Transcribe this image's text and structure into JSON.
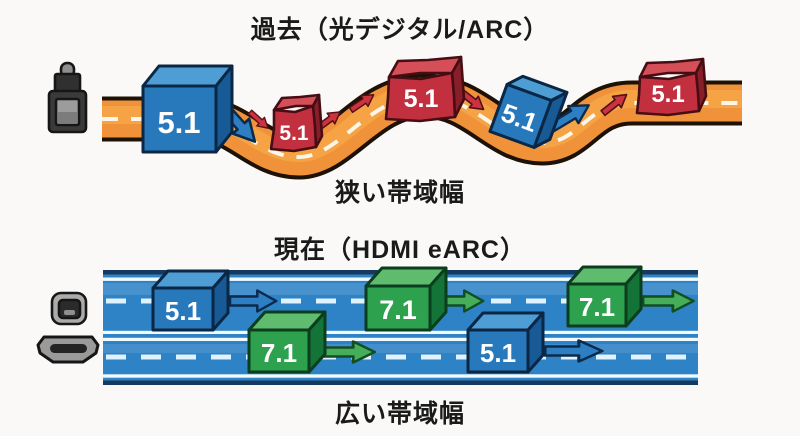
{
  "top": {
    "title": "過去（光デジタル/ARC）",
    "caption": "狭い帯域幅",
    "source_icon": "optical-digital-plug",
    "road": {
      "style": "narrow-wavy",
      "color_name": "orange"
    },
    "boxes": [
      {
        "label": "5.1",
        "color": "blue",
        "state": "intact"
      },
      {
        "label": "5.1",
        "color": "red",
        "state": "squashed"
      },
      {
        "label": "5.1",
        "color": "red",
        "state": "squashed"
      },
      {
        "label": "5.1",
        "color": "blue",
        "state": "intact"
      },
      {
        "label": "5.1",
        "color": "red",
        "state": "squashed"
      }
    ]
  },
  "bottom": {
    "title": "現在（HDMI eARC）",
    "caption": "広い帯域幅",
    "source_icons": [
      "optical-digital-port",
      "hdmi-connector"
    ],
    "road": {
      "style": "wide-straight",
      "lanes": 2,
      "color_name": "blue"
    },
    "boxes": [
      {
        "label": "5.1",
        "color": "blue",
        "lane": "top"
      },
      {
        "label": "7.1",
        "color": "green",
        "lane": "bottom"
      },
      {
        "label": "7.1",
        "color": "green",
        "lane": "top"
      },
      {
        "label": "5.1",
        "color": "blue",
        "lane": "bottom"
      },
      {
        "label": "7.1",
        "color": "green",
        "lane": "top"
      }
    ]
  },
  "colors": {
    "road_past_orange": "#F0923A",
    "road_past_outline": "#1E1206",
    "road_present_blue": "#2E82C6",
    "road_present_border": "#16395F",
    "box_blue": "#2878BC",
    "box_red": "#C23040",
    "box_green": "#2EA14F",
    "lane_marking": "#E8F6FF",
    "background": "#FAF9F7",
    "text": "#1A1A1A"
  }
}
